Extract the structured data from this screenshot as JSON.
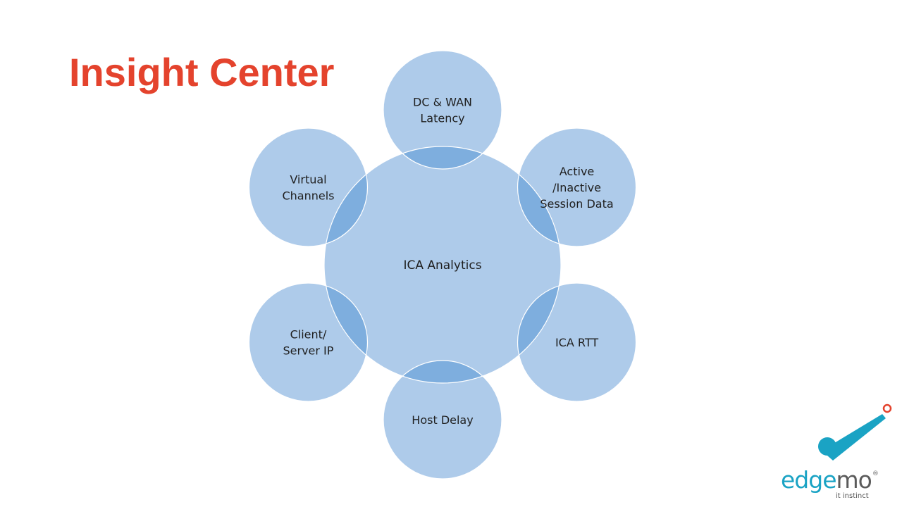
{
  "slide": {
    "title": "Insight Center",
    "title_color": "#e4432d"
  },
  "diagram": {
    "center": {
      "label": "ICA Analytics"
    },
    "nodes": [
      {
        "id": "dc-wan-latency",
        "lines": [
          "DC & WAN",
          "Latency"
        ]
      },
      {
        "id": "active-inactive",
        "lines": [
          "Active",
          "/Inactive",
          "Session Data"
        ]
      },
      {
        "id": "ica-rtt",
        "lines": [
          "ICA RTT"
        ]
      },
      {
        "id": "host-delay",
        "lines": [
          "Host Delay"
        ]
      },
      {
        "id": "client-server-ip",
        "lines": [
          "Client/",
          "Server IP"
        ]
      },
      {
        "id": "virtual-channels",
        "lines": [
          "Virtual",
          "Channels"
        ]
      }
    ],
    "colors": {
      "fill": "#aecbea",
      "overlap_fill": "#7eaede",
      "stroke": "#ffffff"
    }
  },
  "logo": {
    "brand_a": "edge",
    "brand_b": "mo",
    "registered": "®",
    "tagline": "it instinct",
    "color_primary": "#1aa3c4",
    "color_secondary": "#5b5b5b",
    "color_accent": "#e4432d"
  }
}
